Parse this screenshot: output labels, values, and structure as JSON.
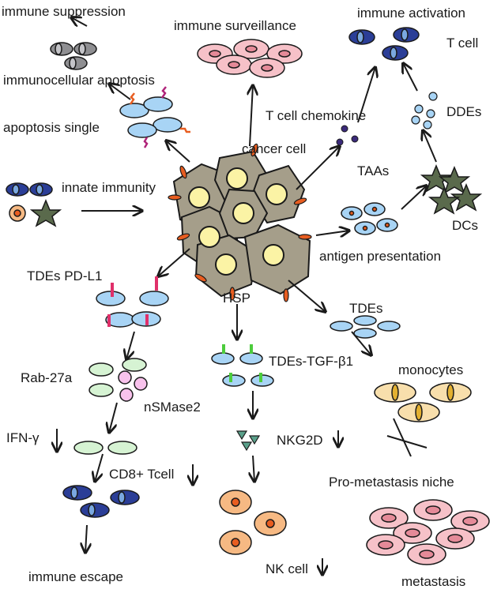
{
  "labels": {
    "immune_suppression": "immune suppression",
    "immunocellular_apoptosis": "immunocellular apoptosis",
    "apoptosis_single": "apoptosis single",
    "innate_immunity": "innate immunity",
    "immune_surveillance": "immune surveillance",
    "immune_activation": "immune activation",
    "t_cell": "T cell",
    "t_cell_chemokine": "T cell chemokine",
    "ddes": "DDEs",
    "cancer_cell": "cancer cell",
    "taas": "TAAs",
    "dcs": "DCs",
    "antigen_presentation": "antigen presentation",
    "tdes_pdl1": "TDEs PD-L1",
    "hsp": "HSP",
    "tdes": "TDEs",
    "rab27a": "Rab-27a",
    "nsmase2": "nSMase2",
    "tdes_tgfb1": "TDEs-TGF-β1",
    "monocytes": "monocytes",
    "ifn_gamma": "IFN-γ",
    "nkg2d": "NKG2D",
    "cd8_tcell": "CD8+ Tcell",
    "pro_metastasis_niche": "Pro-metastasis niche",
    "immune_escape": "immune escape",
    "nk_cell": "NK cell",
    "metastasis": "metastasis"
  },
  "colors": {
    "cancer_cell_fill": "#a59e8a",
    "nucleus_fill": "#fbf3a5",
    "exosome_fill": "#a8d4f5",
    "tcell_fill": "#2b3e97",
    "surveillance_fill": "#f6c1c8",
    "nk_fill": "#f6b983",
    "monocyte_fill": "#f8dfac",
    "rab_fill": "#d6f3d3",
    "nsmase_fill": "#f8c2ec",
    "dc_fill": "#5a6a4c",
    "receptor_red": "#e0306a",
    "tgf_green": "#4ccc3c",
    "hsp_orange": "#e85d20"
  }
}
